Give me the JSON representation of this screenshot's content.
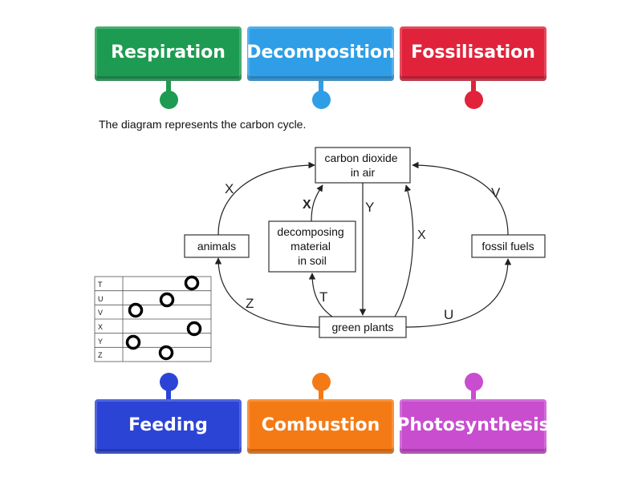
{
  "tiles_top": [
    {
      "label": "Respiration",
      "color": "#1e9b52"
    },
    {
      "label": "Decomposition",
      "color": "#2f9ee6"
    },
    {
      "label": "Fossilisation",
      "color": "#e0233b"
    }
  ],
  "tiles_bottom": [
    {
      "label": "Feeding",
      "color": "#2b44d6"
    },
    {
      "label": "Combustion",
      "color": "#f47a15"
    },
    {
      "label": "Photosynthesis",
      "color": "#c94dcf"
    }
  ],
  "caption": "The diagram represents the carbon cycle.",
  "diagram": {
    "boxes": {
      "co2": [
        "carbon dioxide",
        "in air"
      ],
      "animals": [
        "animals"
      ],
      "decomposing": [
        "decomposing",
        "material",
        "in soil"
      ],
      "fossil": [
        "fossil fuels"
      ],
      "plants": [
        "green plants"
      ]
    },
    "arrow_labels": {
      "x_left": "X",
      "x_mid": "X",
      "y": "Y",
      "x_right": "X",
      "v": "V",
      "z": "Z",
      "t": "T",
      "u": "U"
    }
  },
  "answer_table": {
    "rows": [
      "T",
      "U",
      "V",
      "X",
      "Y",
      "Z"
    ]
  }
}
